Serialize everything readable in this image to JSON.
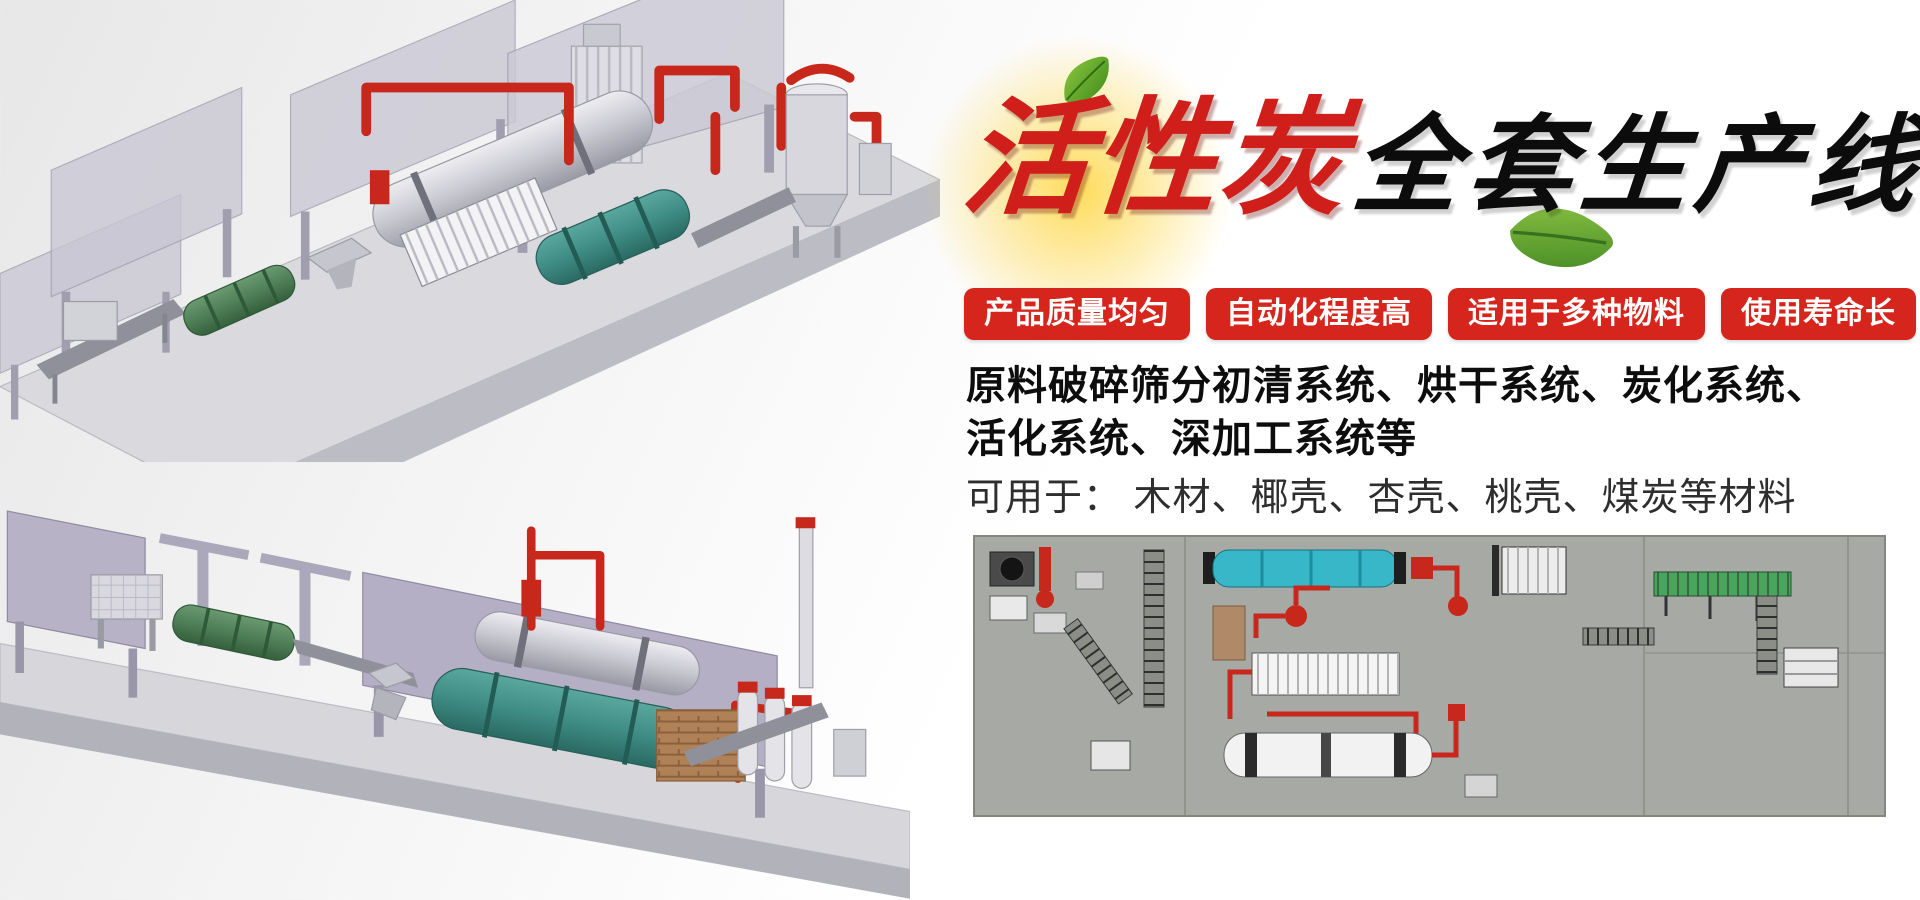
{
  "banner": {
    "title": {
      "highlight": "活性炭",
      "rest": "全套生产线"
    },
    "badges": [
      {
        "label": "产品质量均匀"
      },
      {
        "label": "自动化程度高"
      },
      {
        "label": "适用于多种物料"
      },
      {
        "label": "使用寿命长"
      }
    ],
    "description": {
      "line1": "原料破碎筛分初清系统、烘干系统、炭化系统、",
      "line2": "活化系统、深加工系统等",
      "line3": "可用于： 木材、椰壳、杏壳、桃壳、煤炭等材料"
    },
    "illustrations": {
      "top": "production-line-3d-render-upper",
      "bottom": "production-line-3d-render-lower",
      "layout": "plant-layout-top-view"
    },
    "colors": {
      "title_red": "#d01f1a",
      "title_black": "#0c0c0c",
      "badge_bg": "#d6251c",
      "badge_text": "#ffffff",
      "leaf_green": "#5fa32b",
      "pipe_red": "#c8271b",
      "drum_cyan": "#38b7c8",
      "drum_teal": "#3f8d85",
      "drum_green": "#4f7f57",
      "diagram_bg": "#a7a9a4",
      "background_gray": "#e7e7e7"
    }
  }
}
